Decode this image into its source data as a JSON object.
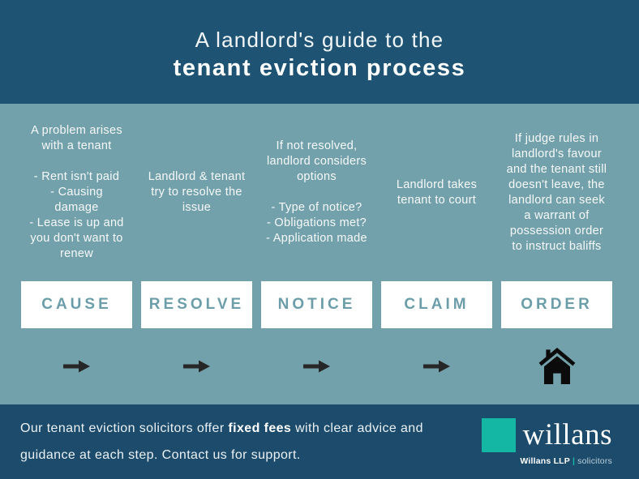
{
  "header": {
    "title_line1": "A landlord's guide to the",
    "title_line2": "tenant eviction process"
  },
  "steps": [
    {
      "description": "A problem arises\nwith a tenant\n\n- Rent isn't paid\n- Causing\ndamage\n- Lease is up and\nyou don't want to\nrenew",
      "label": "CAUSE",
      "icon": "arrow-right"
    },
    {
      "description": "Landlord & tenant\ntry to resolve the\nissue",
      "label": "RESOLVE",
      "icon": "arrow-right"
    },
    {
      "description": "If not resolved,\nlandlord considers\noptions\n\n- Type of notice?\n- Obligations met?\n- Application made",
      "label": "NOTICE",
      "icon": "arrow-right"
    },
    {
      "description": "Landlord takes\ntenant to court",
      "label": "CLAIM",
      "icon": "arrow-right"
    },
    {
      "description": "If judge rules in\nlandlord's favour\nand the tenant still\ndoesn't leave, the\nlandlord can seek\na warrant of\npossession order\nto instruct baliffs",
      "label": "ORDER",
      "icon": "house"
    }
  ],
  "footer": {
    "message_prefix": "Our tenant eviction solicitors offer ",
    "message_bold": "fixed fees",
    "message_suffix": " with clear advice and\nguidance at each step. Contact us for support.",
    "logo": {
      "wordmark": "willans",
      "firm": "Willans LLP",
      "separator": "|",
      "tagline": "solicitors"
    }
  },
  "colors": {
    "header_background": "#1E5374",
    "middle_background": "#73A1AB",
    "footer_background": "#1C4B6C",
    "step_box_background": "#FFFFFF",
    "step_label_teal": "#6C9EAA",
    "icon_dark": "#272727",
    "brand_teal": "#14B7A4",
    "text_white": "#FFFFFF"
  }
}
